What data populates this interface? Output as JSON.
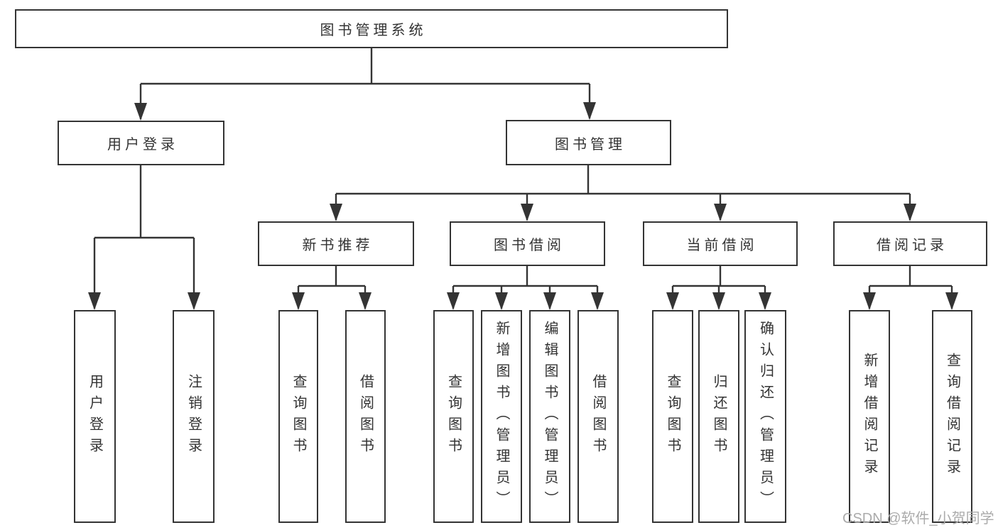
{
  "watermark": "CSDN @软件_小贺同学",
  "tree": {
    "root": {
      "label": "图书管理系统"
    },
    "branches": [
      {
        "label": "用户登录",
        "children": [
          {
            "label": "用户登录"
          },
          {
            "label": "注销登录"
          }
        ]
      },
      {
        "label": "图书管理",
        "children": [
          {
            "label": "新书推荐",
            "children": [
              {
                "label": "查询图书"
              },
              {
                "label": "借阅图书"
              }
            ]
          },
          {
            "label": "图书借阅",
            "children": [
              {
                "label": "查询图书"
              },
              {
                "label": "新增图书（管理员）"
              },
              {
                "label": "编辑图书（管理员）"
              },
              {
                "label": "借阅图书"
              }
            ]
          },
          {
            "label": "当前借阅",
            "children": [
              {
                "label": "查询图书"
              },
              {
                "label": "归还图书"
              },
              {
                "label": "确认归还（管理员）"
              }
            ]
          },
          {
            "label": "借阅记录",
            "children": [
              {
                "label": "新增借阅记录"
              },
              {
                "label": "查询借阅记录"
              }
            ]
          }
        ]
      }
    ]
  },
  "colors": {
    "line": "#343434",
    "text": "#333333",
    "watermark": "#ababab",
    "background": "#ffffff"
  }
}
